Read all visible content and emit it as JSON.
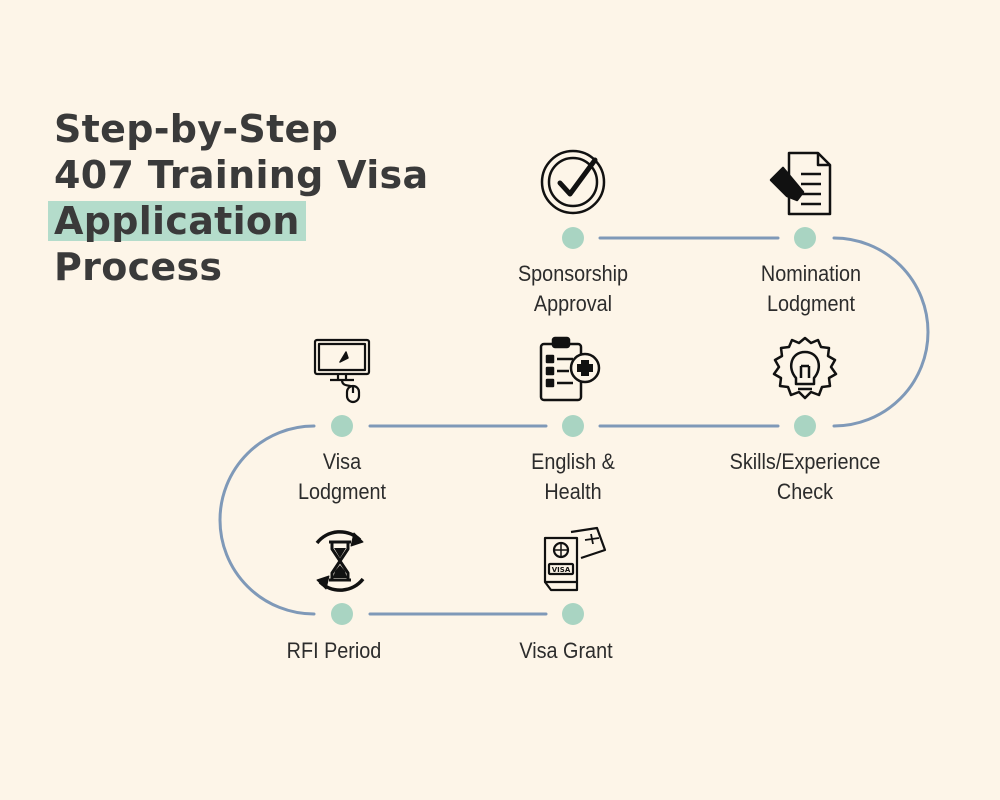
{
  "title": {
    "line1": "Step-by-Step",
    "line2": "407 Training Visa",
    "line3": "Application",
    "line4": "Process"
  },
  "colors": {
    "background": "#fdf5e8",
    "highlight": "#b4dccb",
    "connector": "#7f99b8",
    "node": "#a9d4c2",
    "text": "#2c2c2c"
  },
  "steps": [
    {
      "line1": "Sponsorship",
      "line2": "Approval",
      "icon": "checkmark-badge-icon"
    },
    {
      "line1": "Nomination",
      "line2": "Lodgment",
      "icon": "document-pen-icon"
    },
    {
      "line1": "Skills/Experience",
      "line2": "Check",
      "icon": "lightbulb-gear-icon"
    },
    {
      "line1": "English &",
      "line2": "Health",
      "icon": "medical-clipboard-icon"
    },
    {
      "line1": "Visa",
      "line2": "Lodgment",
      "icon": "computer-mouse-icon"
    },
    {
      "line1": "RFI Period",
      "line2": "",
      "icon": "hourglass-cycle-icon"
    },
    {
      "line1": "Visa Grant",
      "line2": "",
      "icon": "passport-ticket-icon"
    }
  ]
}
